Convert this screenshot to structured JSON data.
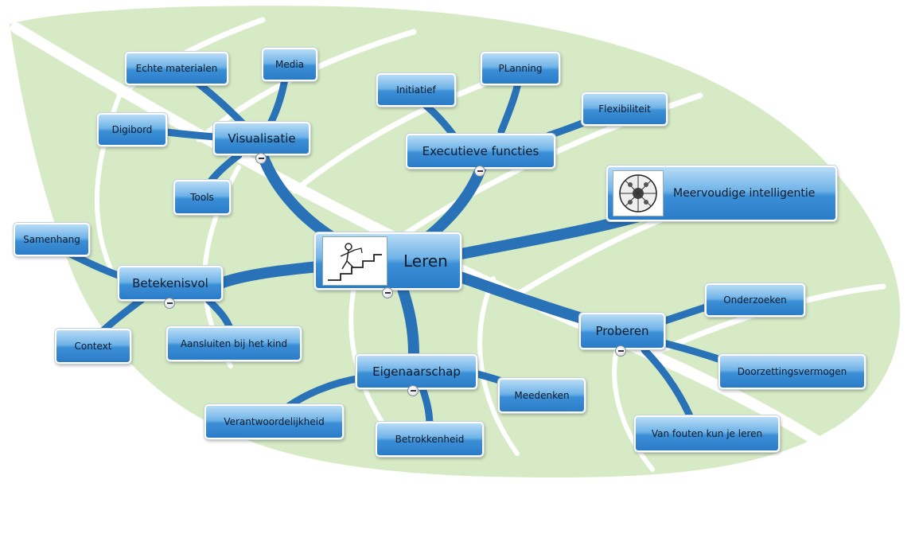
{
  "root": {
    "label": "Leren"
  },
  "branches": {
    "visualisatie": "Visualisatie",
    "executieve": "Executieve functies",
    "meervoudige": "Meervoudige intelligentie",
    "betekenisvol": "Betekenisvol",
    "eigenaarschap": "Eigenaarschap",
    "proberen": "Proberen"
  },
  "leaves": {
    "echte_materialen": "Echte materialen",
    "media": "Media",
    "digibord": "Digibord",
    "tools": "Tools",
    "initiatief": "Initiatief",
    "planning": "PLanning",
    "flexibiliteit": "Flexibiliteit",
    "samenhang": "Samenhang",
    "context": "Context",
    "aansluiten": "Aansluiten bij het kind",
    "verantwoordelijkheid": "Verantwoordelijkheid",
    "betrokkenheid": "Betrokkenheid",
    "meedenken": "Meedenken",
    "onderzoeken": "Onderzoeken",
    "doorzettingsvermogen": "Doorzettingsvermogen",
    "fouten": "Van fouten kun je leren"
  },
  "icons": {
    "root_image": "person-climbing-stairs-icon",
    "intelligence_image": "multiple-intelligences-wheel-icon",
    "collapse": "collapse-minus-icon"
  },
  "colors": {
    "leaf": "#d6ebc5",
    "leaf_veins": "#ffffff",
    "connector": "#2a72b8",
    "node_top": "#b9dcf6",
    "node_bottom": "#2b7cc8"
  }
}
